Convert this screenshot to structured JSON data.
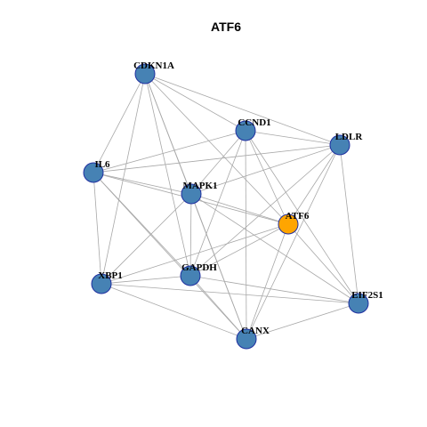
{
  "title": "ATF6",
  "colors": {
    "node_default": "#4682b4",
    "node_highlight": "#ffa500",
    "edge": "#a8a8a8",
    "node_border": "#1f2fa0"
  },
  "nodes": [
    {
      "id": "CDKN1A",
      "label": "CDKN1A",
      "highlight": false
    },
    {
      "id": "CCND1",
      "label": "CCND1",
      "highlight": false
    },
    {
      "id": "LDLR",
      "label": "LDLR",
      "highlight": false
    },
    {
      "id": "IL6",
      "label": "IL6",
      "highlight": false
    },
    {
      "id": "MAPK1",
      "label": "MAPK1",
      "highlight": false
    },
    {
      "id": "ATF6",
      "label": "ATF6",
      "highlight": true
    },
    {
      "id": "XBP1",
      "label": "XBP1",
      "highlight": false
    },
    {
      "id": "GAPDH",
      "label": "GAPDH",
      "highlight": false
    },
    {
      "id": "EIF2S1",
      "label": "EIF2S1",
      "highlight": false
    },
    {
      "id": "CANX",
      "label": "CANX",
      "highlight": false
    }
  ],
  "edges": [
    [
      "CDKN1A",
      "CCND1"
    ],
    [
      "CDKN1A",
      "LDLR"
    ],
    [
      "CDKN1A",
      "IL6"
    ],
    [
      "CDKN1A",
      "MAPK1"
    ],
    [
      "CDKN1A",
      "ATF6"
    ],
    [
      "CDKN1A",
      "XBP1"
    ],
    [
      "CDKN1A",
      "GAPDH"
    ],
    [
      "CDKN1A",
      "CANX"
    ],
    [
      "CCND1",
      "LDLR"
    ],
    [
      "CCND1",
      "IL6"
    ],
    [
      "CCND1",
      "MAPK1"
    ],
    [
      "CCND1",
      "ATF6"
    ],
    [
      "CCND1",
      "GAPDH"
    ],
    [
      "CCND1",
      "EIF2S1"
    ],
    [
      "CCND1",
      "CANX"
    ],
    [
      "LDLR",
      "IL6"
    ],
    [
      "LDLR",
      "MAPK1"
    ],
    [
      "LDLR",
      "ATF6"
    ],
    [
      "LDLR",
      "GAPDH"
    ],
    [
      "LDLR",
      "EIF2S1"
    ],
    [
      "LDLR",
      "CANX"
    ],
    [
      "IL6",
      "MAPK1"
    ],
    [
      "IL6",
      "ATF6"
    ],
    [
      "IL6",
      "XBP1"
    ],
    [
      "IL6",
      "CANX"
    ],
    [
      "IL6",
      "GAPDH"
    ],
    [
      "MAPK1",
      "ATF6"
    ],
    [
      "MAPK1",
      "XBP1"
    ],
    [
      "MAPK1",
      "GAPDH"
    ],
    [
      "MAPK1",
      "EIF2S1"
    ],
    [
      "MAPK1",
      "CANX"
    ],
    [
      "ATF6",
      "XBP1"
    ],
    [
      "ATF6",
      "GAPDH"
    ],
    [
      "ATF6",
      "EIF2S1"
    ],
    [
      "ATF6",
      "CANX"
    ],
    [
      "XBP1",
      "GAPDH"
    ],
    [
      "XBP1",
      "EIF2S1"
    ],
    [
      "XBP1",
      "CANX"
    ],
    [
      "GAPDH",
      "EIF2S1"
    ],
    [
      "GAPDH",
      "CANX"
    ],
    [
      "EIF2S1",
      "CANX"
    ]
  ]
}
